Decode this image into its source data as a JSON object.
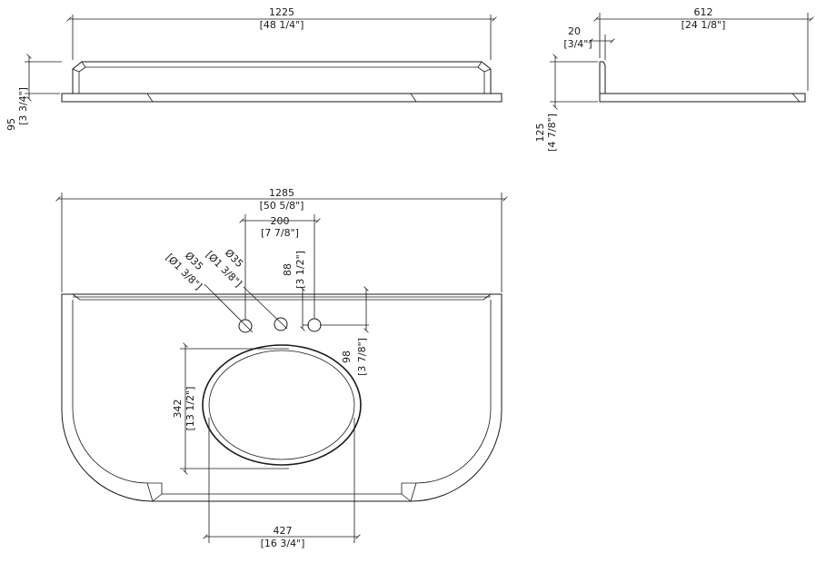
{
  "front_view": {
    "width_mm": "1225",
    "width_in": "[48 1/4\"]",
    "height_mm": "95",
    "height_in": "[3 3/4\"]"
  },
  "side_view": {
    "depth_mm": "612",
    "depth_in": "[24 1/8\"]",
    "thickness_mm": "20",
    "thickness_in": "[3/4\"]",
    "height_mm": "125",
    "height_in": "[4 7/8\"]"
  },
  "top_view": {
    "overall_width_mm": "1285",
    "overall_width_in": "[50 5/8\"]",
    "hole_spacing_mm": "200",
    "hole_spacing_in": "[7 7/8\"]",
    "hole_a_dia_mm": "Ø35",
    "hole_a_dia_in": "[Ø1 3/8\"]",
    "hole_b_dia_mm": "Ø35",
    "hole_b_dia_in": "[Ø1 3/8\"]",
    "hole_setback_mm": "88",
    "hole_setback_in": "[3 1/2\"]",
    "basin_setback_mm": "98",
    "basin_setback_in": "[3 7/8\"]",
    "basin_depth_mm": "342",
    "basin_depth_in": "[13 1/2\"]",
    "basin_width_mm": "427",
    "basin_width_in": "[16 3/4\"]"
  }
}
